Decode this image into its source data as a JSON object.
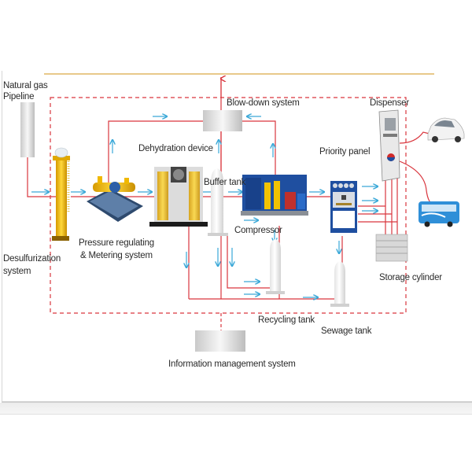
{
  "diagram": {
    "title": "CNG station process flow",
    "labels": {
      "natural_gas_pipeline": [
        "Natural gas",
        "Pipeline"
      ],
      "desulfurization": [
        "Desulfurization",
        " system"
      ],
      "pressure_regulating": [
        "Pressure regulating",
        "& Metering system"
      ],
      "dehydration": "Dehydration device",
      "blow_down": "Blow-down system",
      "buffer_tank": "Buffer tank",
      "compressor": "Compressor",
      "priority_panel": "Priority panel",
      "dispenser": "Dispenser",
      "storage_cylinder": "Storage cylinder",
      "recycling_tank": "Recycling tank",
      "sewage_tank": "Sewage tank",
      "information_management": "Information management system"
    },
    "vehicles": [
      "car",
      "bus"
    ],
    "colors": {
      "pipe": "#d9363e",
      "flow_arrow": "#3aa8d8",
      "boundary_dashed": "#d9363e",
      "header_rule": "#e8c98a",
      "equipment_yellow": "#f2c200",
      "equipment_blue": "#1f4fa0"
    }
  }
}
